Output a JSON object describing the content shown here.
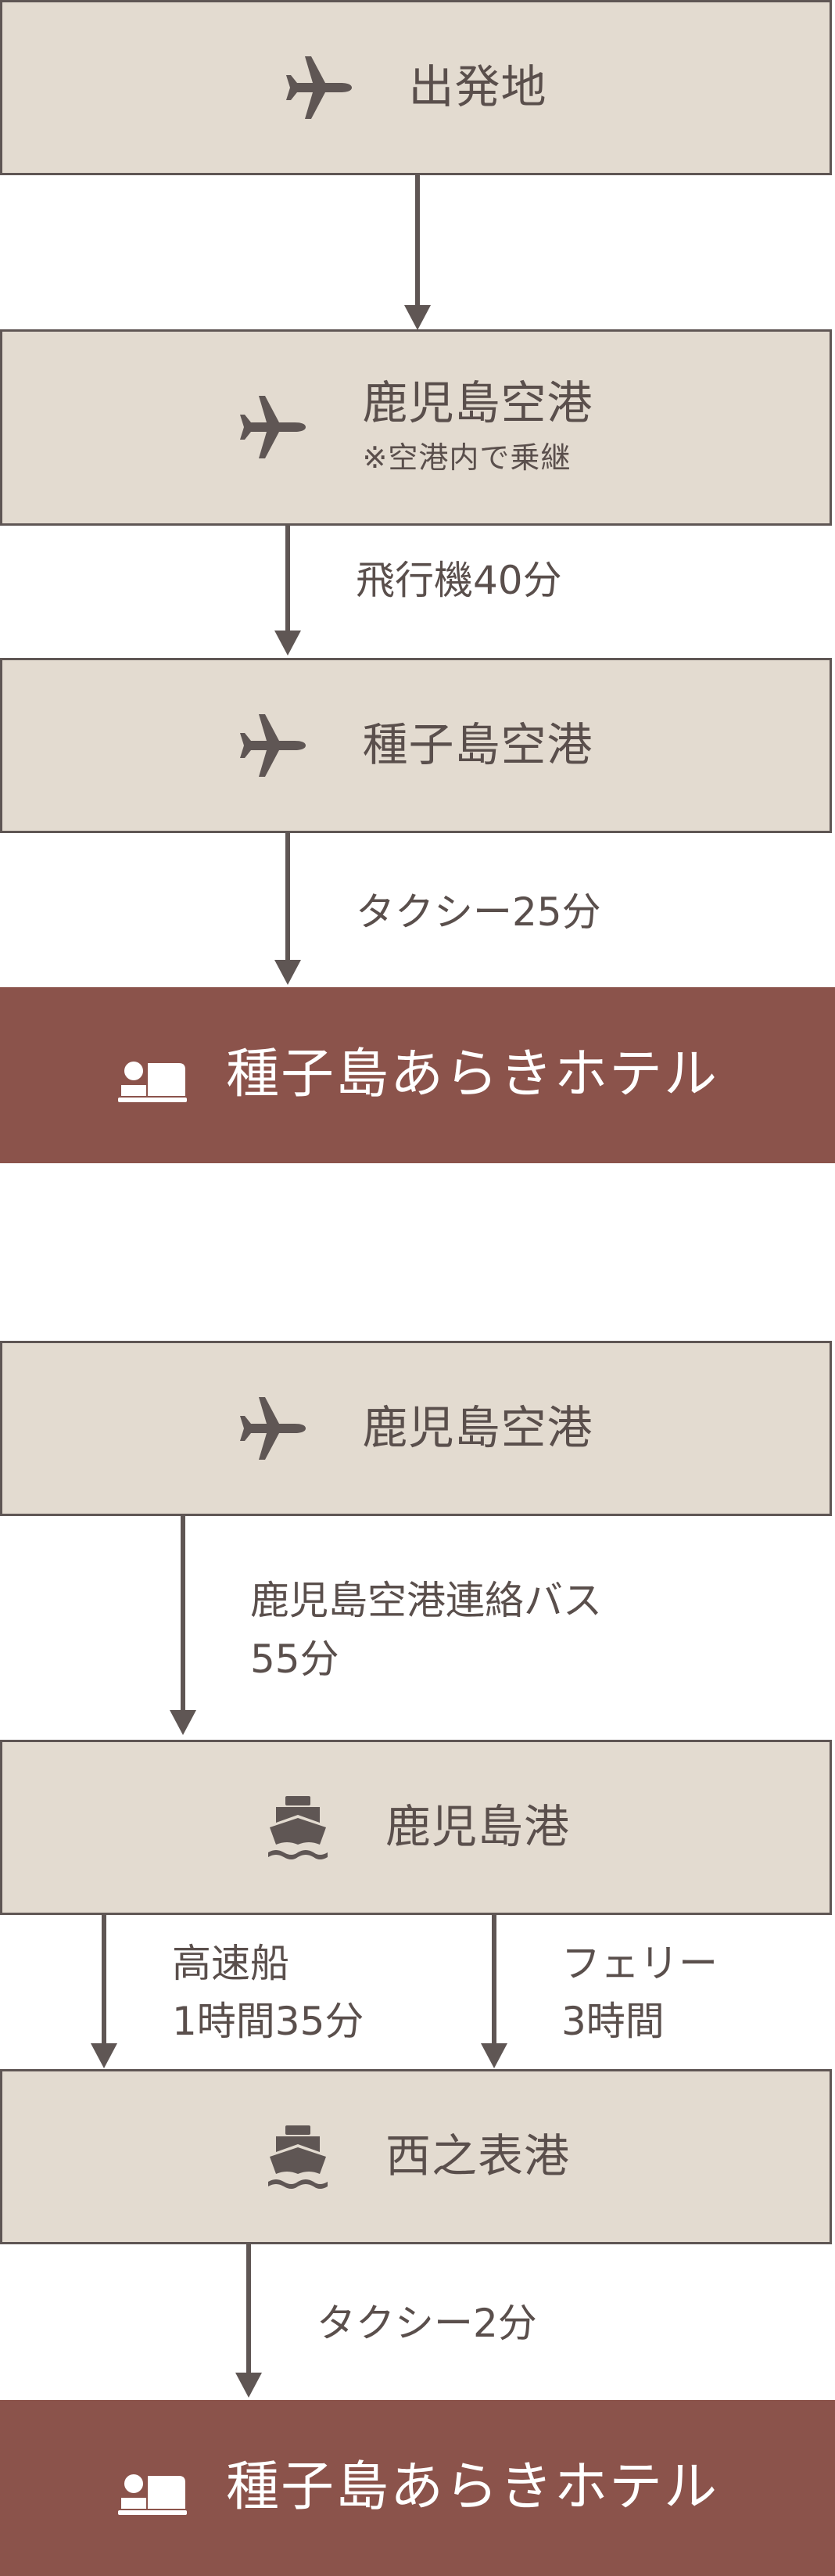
{
  "route1": {
    "origin": "出発地",
    "kagoshima_airport": "鹿児島空港",
    "kagoshima_airport_note": "※空港内で乗継",
    "flight": "飛行機40分",
    "tanegashima_airport": "種子島空港",
    "taxi": "タクシー25分",
    "hotel": "種子島あらきホテル"
  },
  "route2": {
    "kagoshima_airport": "鹿児島空港",
    "bus_line1": "鹿児島空港連絡バス",
    "bus_line2": "55分",
    "kagoshima_port": "鹿児島港",
    "highspeed_line1": "高速船",
    "highspeed_line2": "1時間35分",
    "ferry_line1": "フェリー",
    "ferry_line2": "3時間",
    "nishinoomote_port": "西之表港",
    "taxi": "タクシー2分",
    "hotel": "種子島あらきホテル"
  },
  "icons": {
    "plane": "airplane-icon",
    "ship": "ship-icon",
    "bed": "bed-icon"
  },
  "colors": {
    "box_bg": "#e3dbd0",
    "border": "#5f5654",
    "hotel_bg": "#8b534b",
    "text": "#5a4f4c"
  }
}
